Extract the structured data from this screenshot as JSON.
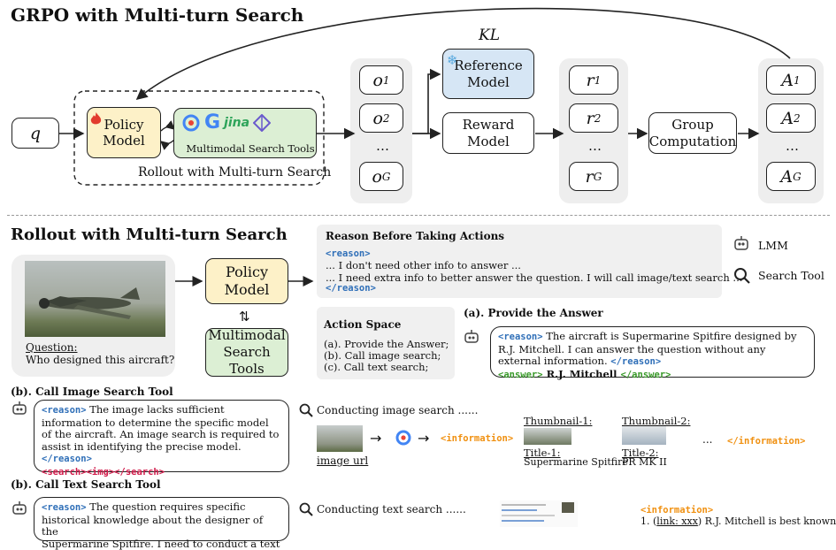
{
  "top": {
    "title": "GRPO with Multi-turn Search",
    "q": "q",
    "policy_model": "Policy Model",
    "policy_line1": "Policy",
    "policy_line2": "Model",
    "tools_label": "Multimodal Search Tools",
    "rollout_label": "Rollout with Multi-turn Search",
    "kl": "KL",
    "ref_line1": "Reference",
    "ref_line2": "Model",
    "reward_line1": "Reward",
    "reward_line2": "Model",
    "group_line1": "Group",
    "group_line2": "Computation",
    "outputs": [
      {
        "v": "o",
        "s": "1"
      },
      {
        "v": "o",
        "s": "2"
      },
      {
        "v": "…",
        "s": ""
      },
      {
        "v": "o",
        "s": "G"
      }
    ],
    "rewards": [
      {
        "v": "r",
        "s": "1"
      },
      {
        "v": "r",
        "s": "2"
      },
      {
        "v": "…",
        "s": ""
      },
      {
        "v": "r",
        "s": "G"
      }
    ],
    "advantages": [
      {
        "v": "A",
        "s": "1"
      },
      {
        "v": "A",
        "s": "2"
      },
      {
        "v": "…",
        "s": ""
      },
      {
        "v": "A",
        "s": "G"
      }
    ]
  },
  "bottom": {
    "title": "Rollout with Multi-turn Search",
    "question_label": "Question:",
    "question_text": "Who designed this aircraft?",
    "policy_line1": "Policy",
    "policy_line2": "Model",
    "mm_line1": "Multimodal",
    "mm_line2": "Search Tools",
    "reason_box_title": "Reason Before Taking Actions",
    "reason_open": "<reason>",
    "reason_l1": "... I don't need other info to answer ...",
    "reason_l2": "... I need extra info to better answer the question. I will call image/text search ...",
    "reason_close": "</reason>",
    "legend_lmm": "LMM",
    "legend_search": "Search Tool",
    "action_title": "Action Space",
    "action_a": "(a). Provide the Answer;",
    "action_b": "(b). Call image search;",
    "action_c": "(c). Call text search;",
    "a_title": "(a). Provide the Answer",
    "a_reason_open": "<reason>",
    "a_reason_text": " The aircraft is Supermarine Spitfire designed by R.J. Mitchell. I can answer the question without any external information. ",
    "a_reason_close": "</reason>",
    "a_answer_open": "<answer>",
    "a_answer_text": " R.J. Mitchell ",
    "a_answer_close": "</answer>",
    "b_title": "(b). Call Image Search Tool",
    "b_reason_open": "<reason>",
    "b_reason_text": " The image lacks sufficient information to determine the specific model of the aircraft. An image search is required to assist in identifying the precise model. ",
    "b_reason_close": "</reason>",
    "b_search": "<search><img></search>",
    "b_conducting": "Conducting image search ......",
    "b_image_url": "image url",
    "b_info_open": "<information>",
    "b_thumb1": "Thumbnail-1:",
    "b_title1": "Title-1:",
    "b_title1_val": "Supermarine Spitfire",
    "b_thumb2": "Thumbnail-2:",
    "b_title2": "Title-2:",
    "b_title2_val": "PR MK II",
    "b_dots": "...",
    "b_info_close": "</information>",
    "c_title": "(b). Call Text Search Tool",
    "c_reason_open": "<reason>",
    "c_reason_text": " The question requires specific historical knowledge about the designer of the",
    "c_reason_cut": "Supermarine Spitfire. I need to conduct a text",
    "c_conducting": "Conducting text search ......",
    "c_info_open": "<information>",
    "c_info_l1_pre": "1. (",
    "c_info_link": "link: xxx",
    "c_info_l1_post": ") R.J. Mitchell is best known"
  },
  "colors": {
    "policy_fill": "#fdf1c8",
    "tools_fill": "#dcefd4",
    "ref_fill": "#d6e6f5",
    "column_fill": "#eeeeee",
    "tag_blue": "#2f6fb8",
    "tag_red": "#d11a4a",
    "tag_green": "#3a9a2a",
    "tag_orange": "#f09010"
  }
}
